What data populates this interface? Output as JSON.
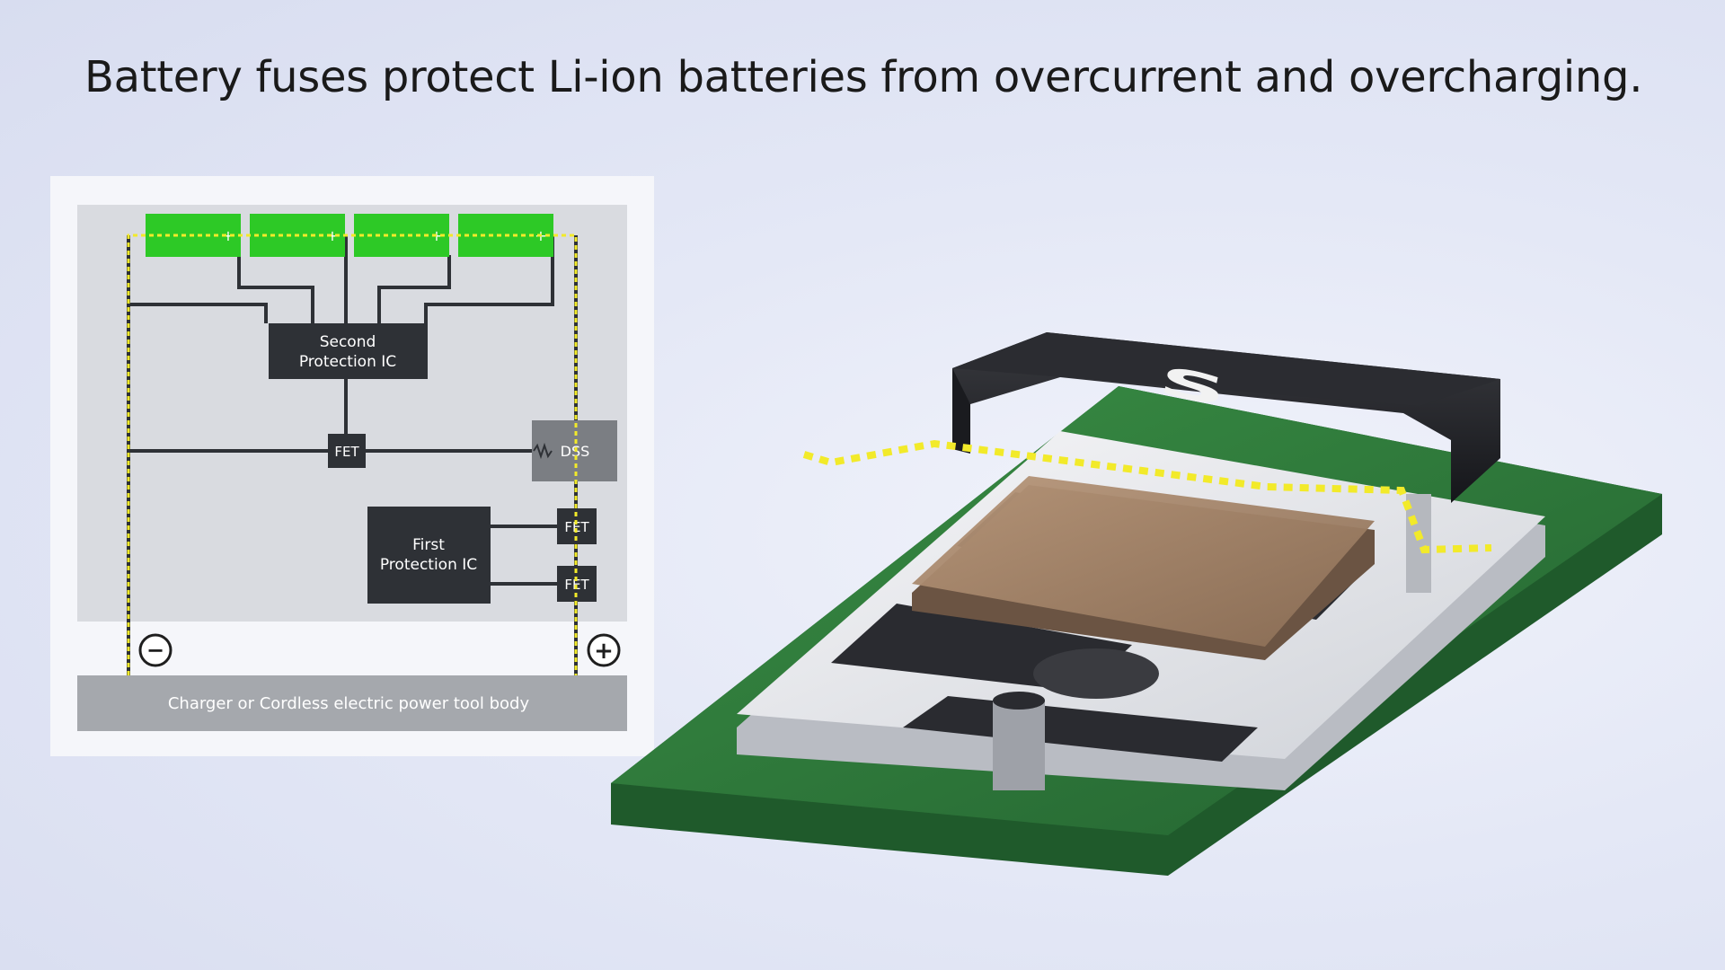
{
  "title": "Battery fuses protect Li-ion batteries from overcurrent and overcharging.",
  "diagram": {
    "battery_cell_sign": "+",
    "second_ic": {
      "line1": "Second",
      "line2": "Protection IC"
    },
    "first_ic": {
      "line1": "First",
      "line2": "Protection IC"
    },
    "fet_label": "FET",
    "fuse_label": "DSS",
    "negative_terminal": "−",
    "positive_terminal": "+",
    "base_label": "Charger or Cordless electric power tool body"
  },
  "component": {
    "marking": "S"
  },
  "colors": {
    "battery": "#2dc926",
    "ic_box": "#2e3136",
    "current_path": "#f2ea2a",
    "pcb": "#2f7d3a",
    "base_bar": "#a5a8ad"
  }
}
